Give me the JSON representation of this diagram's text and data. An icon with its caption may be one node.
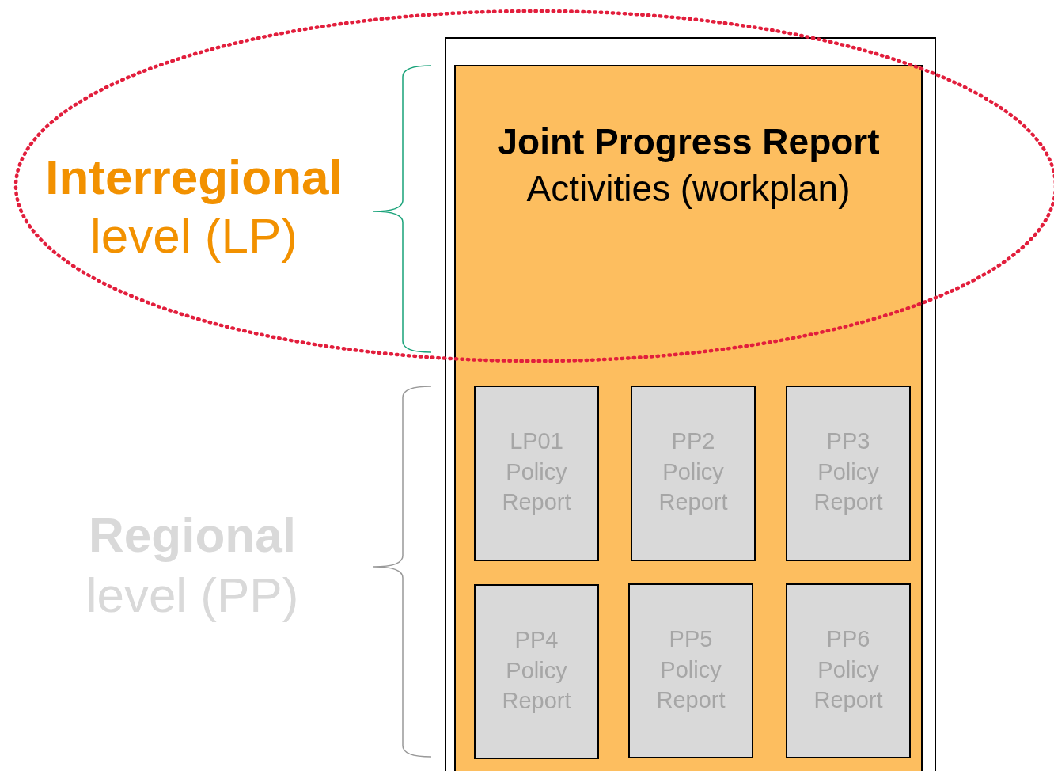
{
  "diagram": {
    "nodes": [
      {
        "text": [],
        "shape": "box"
      },
      {
        "text": [
          "Joint Progress Report",
          "Activities (workplan)"
        ],
        "in": 0
      },
      {
        "text": [
          "LP01 Policy Report"
        ],
        "in": 1
      },
      {
        "text": [
          "PP2 Policy Report"
        ],
        "in": 1
      },
      {
        "text": [
          "PP3 Policy Report"
        ],
        "in": 1
      },
      {
        "text": [
          "PP4 Policy Report"
        ],
        "in": 1
      },
      {
        "text": [
          "PP5 Policy Report"
        ],
        "in": 1
      },
      {
        "text": [
          "PP6 Policy Report"
        ],
        "in": 1
      }
    ],
    "labels": [
      "Interregional",
      "level (LP)",
      "Regional",
      "level (PP)"
    ]
  }
}
